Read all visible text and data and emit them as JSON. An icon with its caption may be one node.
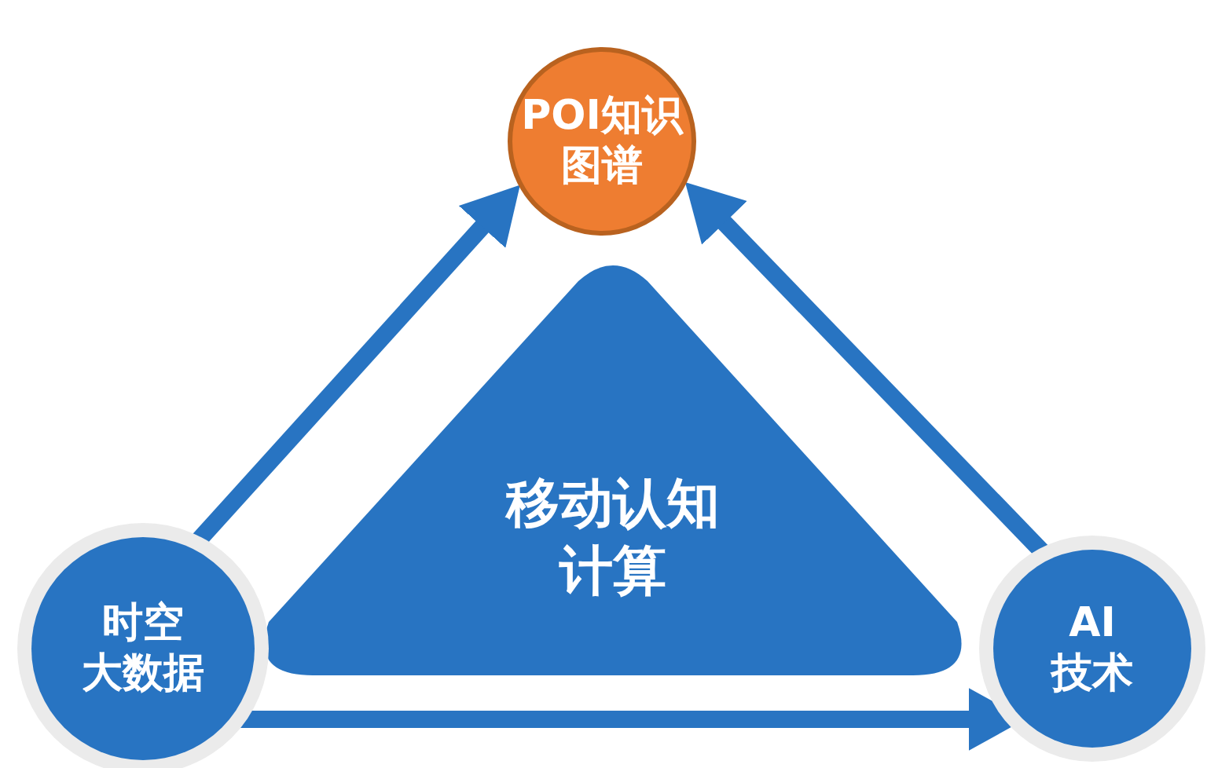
{
  "diagram": {
    "nodes": [
      {
        "text": [
          "POI知识图谱"
        ]
      },
      {
        "text": [
          "移动认知计算"
        ]
      },
      {
        "text": [
          "时空大数据"
        ]
      },
      {
        "text": [
          "AI技术"
        ]
      }
    ],
    "edges": [
      {
        "from": 2,
        "to": 0,
        "arrow": "to"
      },
      {
        "from": 3,
        "to": 0,
        "arrow": "to"
      },
      {
        "from": 2,
        "to": 3,
        "arrow": "to"
      }
    ]
  }
}
